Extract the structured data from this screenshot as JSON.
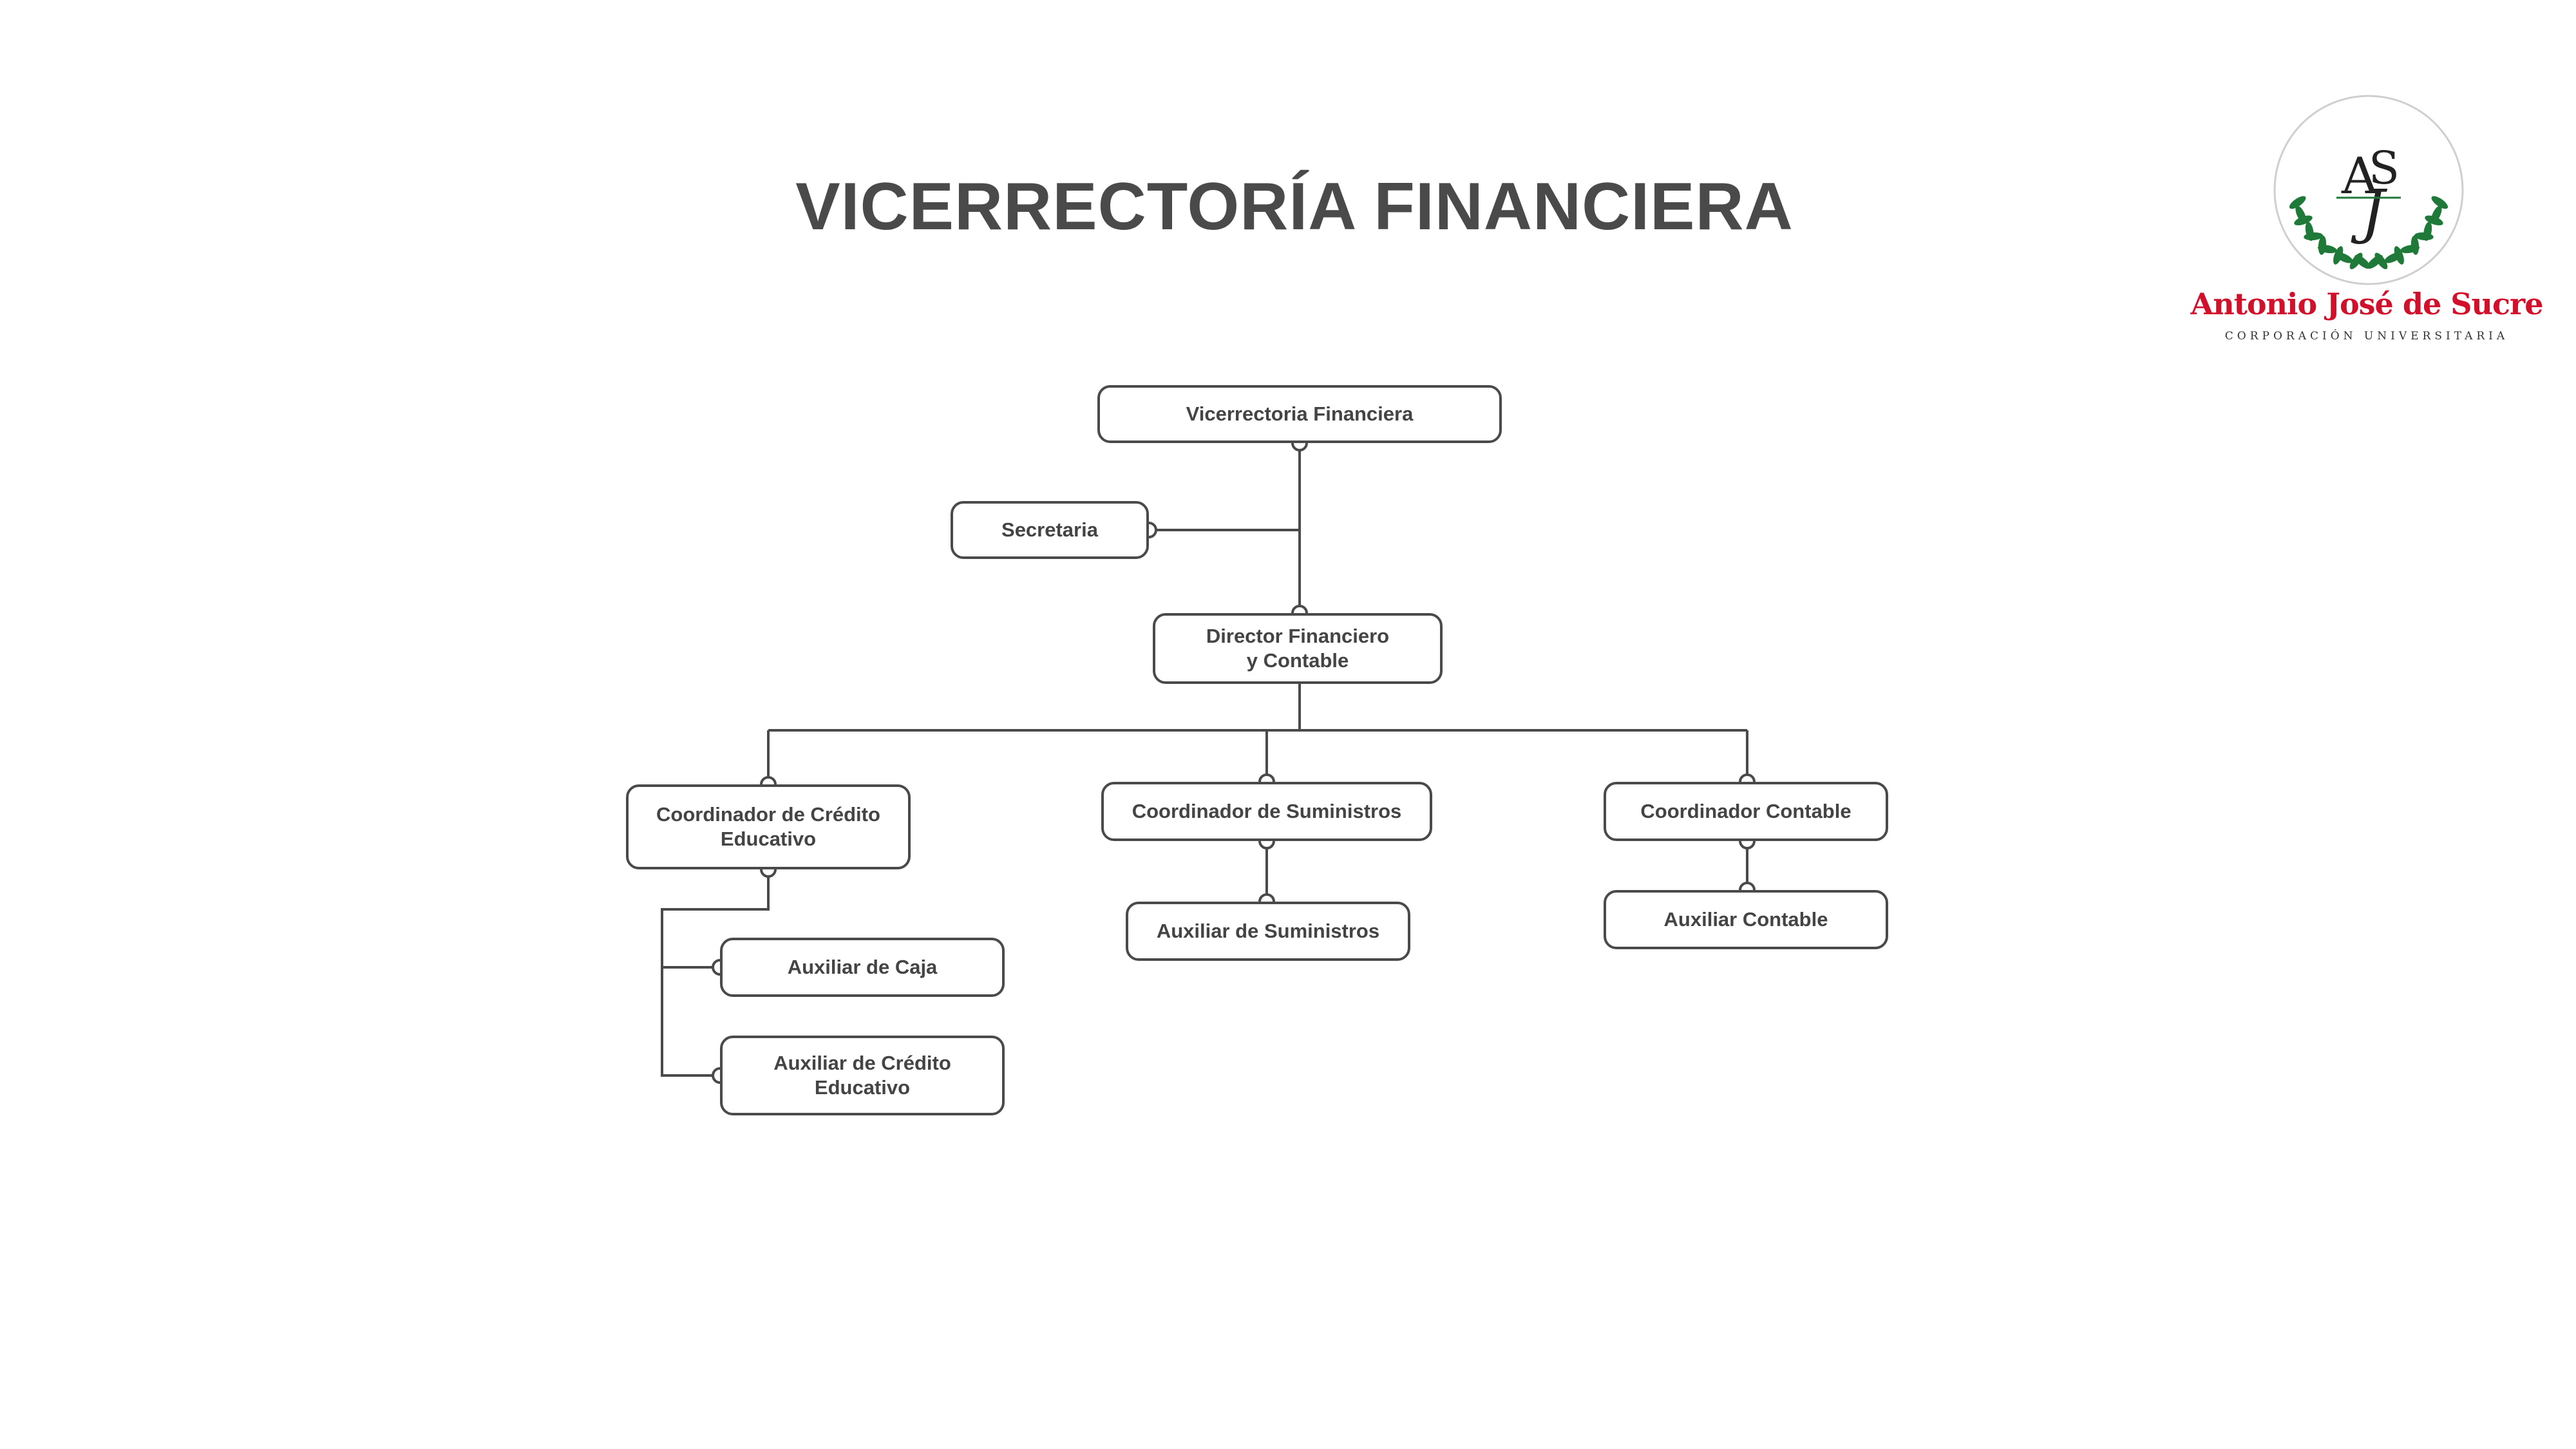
{
  "title": "VICERRECTORÍA FINANCIERA",
  "logo": {
    "monogram": "AJS",
    "name": "Antonio José de Sucre",
    "subtitle": "CORPORACIÓN UNIVERSITARIA",
    "colors": {
      "laurel": "#1f7a3a",
      "name": "#d3102b",
      "ring": "#cfcfcf"
    }
  },
  "chart": {
    "line_color": "#4a4a4a",
    "nodes": {
      "vicerrectoria": "Vicerrectoria Financiera",
      "secretaria": "Secretaria",
      "director": "Director Financiero\ny Contable",
      "coord_credito": "Coordinador de Crédito\nEducativo",
      "coord_suministros": "Coordinador de Suministros",
      "coord_contable": "Coordinador Contable",
      "aux_caja": "Auxiliar de Caja",
      "aux_credito": "Auxiliar de Crédito\nEducativo",
      "aux_suministros": "Auxiliar de Suministros",
      "aux_contable": "Auxiliar Contable"
    }
  }
}
